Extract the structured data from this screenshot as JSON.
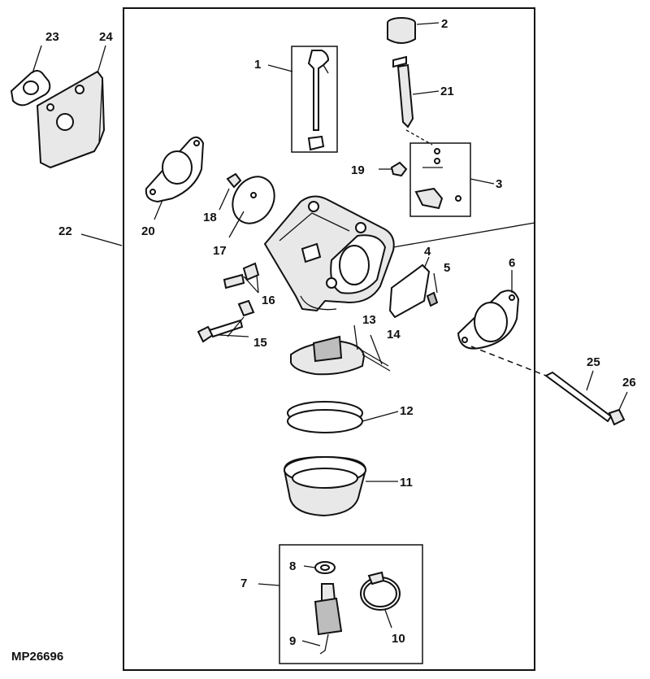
{
  "diagram": {
    "code": "MP26696",
    "labels": [
      "1",
      "2",
      "3",
      "4",
      "5",
      "6",
      "7",
      "8",
      "9",
      "10",
      "11",
      "12",
      "13",
      "14",
      "15",
      "16",
      "17",
      "18",
      "19",
      "20",
      "21",
      "22",
      "23",
      "24",
      "25",
      "26"
    ]
  }
}
